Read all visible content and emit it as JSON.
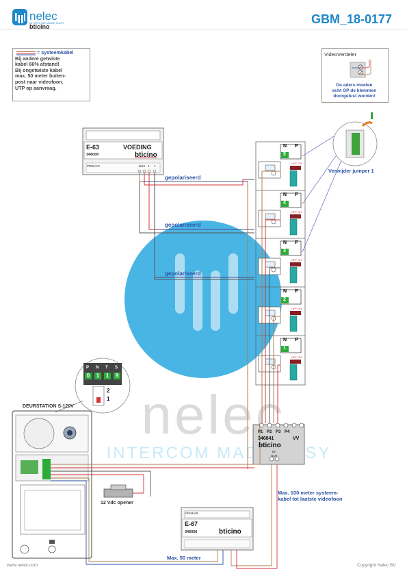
{
  "header": {
    "logo_word": "nelec",
    "logo_sub": "INTERCOM MADE EASY",
    "logo_brand": "bticino",
    "doc_code": "GBM_18-0177"
  },
  "note": {
    "legend_label": "= systeemkabel",
    "lines": [
      "Bij andere getwiste",
      "kabel 66% afstand!",
      "Bij ongetwiste kabel",
      "max. 50 meter buiten-",
      "post naar videofoon.",
      "UTP op aanvraag."
    ]
  },
  "video_distributor": {
    "title": "VideoVerdeler",
    "lines": [
      "De aders moeten",
      "echt OP de klemmen",
      "doorgelust worden!"
    ]
  },
  "power_supply_top": {
    "model": "E-63",
    "name": "VOEDING",
    "code": "346000",
    "brand": "bticino",
    "terminal_primary": "PRIMAIR",
    "terminal_bus": "BUS",
    "terminal_2": "2",
    "terminal_1": "1"
  },
  "polarized_label": "gepolariseerd",
  "jumper_note": "Verwijder jumper 1",
  "monitors": [
    {
      "n": "N",
      "p": "P",
      "address": "5",
      "offon": "OFF ON"
    },
    {
      "n": "N",
      "p": "P",
      "address": "4",
      "offon": "OFF ON"
    },
    {
      "n": "N",
      "p": "P",
      "address": "3",
      "offon": "OFF ON"
    },
    {
      "n": "N",
      "p": "P",
      "address": "2",
      "offon": "OFF ON"
    },
    {
      "n": "N",
      "p": "P",
      "address": "1",
      "offon": "OFF ON"
    }
  ],
  "distributor": {
    "ports": [
      "P1",
      "P2",
      "P3",
      "P4"
    ],
    "code": "346841",
    "type": "VV",
    "brand": "bticino",
    "in": "IN",
    "out": "OUT"
  },
  "door_station": {
    "title": "DEURSTATION S-120V",
    "dip_labels": [
      "P",
      "N",
      "T",
      "S"
    ],
    "dip_values": [
      "0",
      "1",
      "1",
      "9"
    ],
    "jumper_labels": [
      "2",
      "1"
    ]
  },
  "opener_label": "12 Vdc opener",
  "power_supply_bottom": {
    "model": "E-67",
    "code": "346050",
    "brand": "bticino",
    "terminal_primary": "PRIMAIR"
  },
  "max100_lines": [
    "Max. 100 meter systeem-",
    "kabel tot laatste videofoon"
  ],
  "max50_label": "Max. 50 meter",
  "footer": {
    "left": "www.nelec.com",
    "right": "Copyright Nelec BV"
  },
  "watermark": {
    "word": "nelec",
    "sub": "INTERCOM MADE EASY"
  },
  "colors": {
    "accent_blue": "#2a52a3",
    "brand_blue": "#1f87c9",
    "wire_red": "#d8313a",
    "wire_brown": "#b07e4f",
    "terminal_green": "#2cab3a",
    "terminal_teal": "#28a9a2"
  }
}
